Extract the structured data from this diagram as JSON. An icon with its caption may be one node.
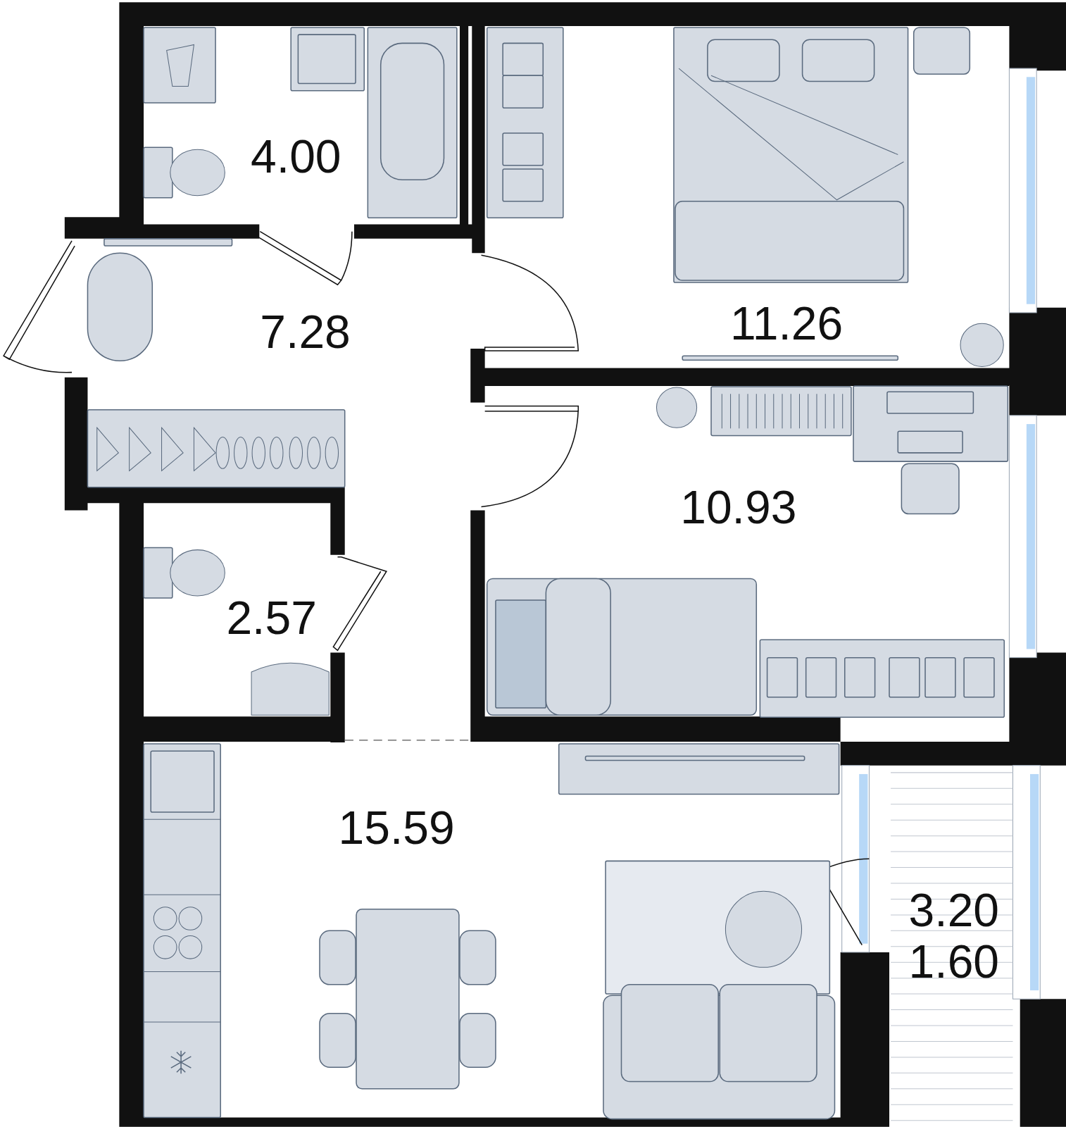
{
  "diagram": {
    "labels": [
      "4.00",
      "11.26",
      "7.28",
      "10.93",
      "2.57",
      "15.59",
      "3.20",
      "1.60"
    ]
  }
}
